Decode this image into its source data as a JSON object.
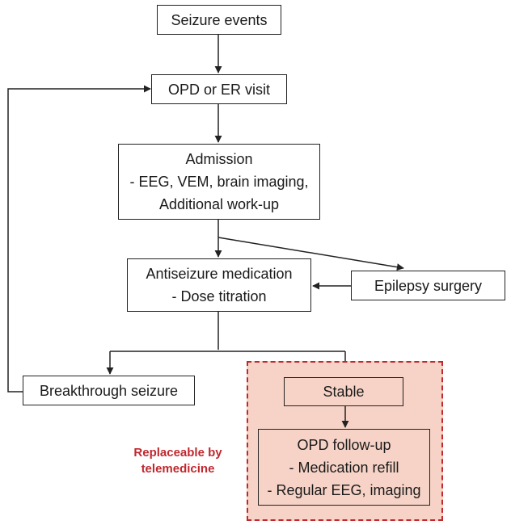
{
  "colors": {
    "zone_fill": "#f6d3c6",
    "zone_border": "#c0282e",
    "note_text": "#c0282e",
    "stroke": "#222222"
  },
  "nodes": {
    "seizure_events": {
      "lines": [
        "Seizure events"
      ]
    },
    "opd_er": {
      "lines": [
        "OPD or ER visit"
      ]
    },
    "admission": {
      "lines": [
        "Admission",
        "- EEG, VEM, brain imaging,",
        "Additional work-up"
      ]
    },
    "antiseizure": {
      "lines": [
        "Antiseizure medication",
        "- Dose titration"
      ]
    },
    "surgery": {
      "lines": [
        "Epilepsy surgery"
      ]
    },
    "breakthrough": {
      "lines": [
        "Breakthrough seizure"
      ]
    },
    "stable": {
      "lines": [
        "Stable"
      ]
    },
    "followup": {
      "lines": [
        "OPD follow-up",
        "- Medication refill",
        "- Regular EEG, imaging"
      ]
    }
  },
  "note": {
    "lines": [
      "Replaceable by",
      "telemedicine"
    ]
  },
  "edges": [
    {
      "from": "seizure_events",
      "to": "opd_er"
    },
    {
      "from": "opd_er",
      "to": "admission"
    },
    {
      "from": "admission",
      "to": "antiseizure"
    },
    {
      "from": "admission",
      "to": "surgery"
    },
    {
      "from": "surgery",
      "to": "antiseizure"
    },
    {
      "from": "antiseizure",
      "to": "breakthrough"
    },
    {
      "from": "antiseizure",
      "to": "stable"
    },
    {
      "from": "breakthrough",
      "to": "opd_er"
    },
    {
      "from": "stable",
      "to": "followup"
    }
  ]
}
